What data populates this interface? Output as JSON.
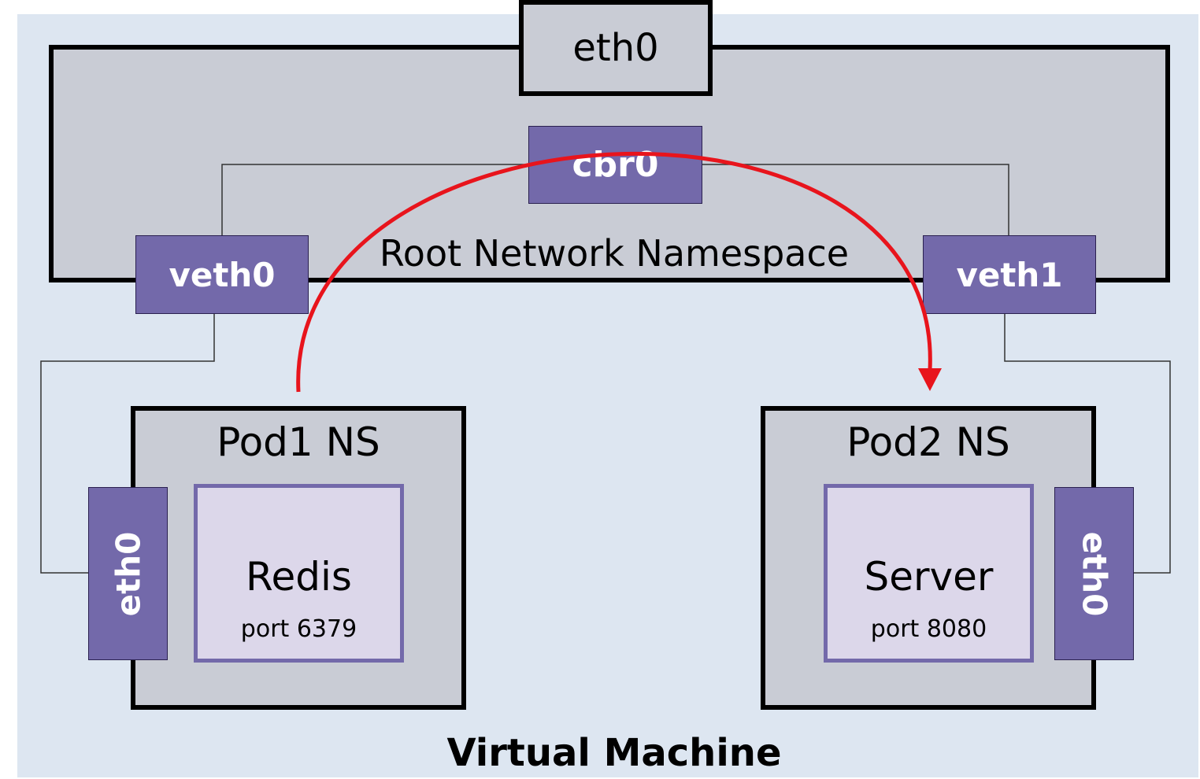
{
  "diagram": {
    "vm_label": "Virtual Machine",
    "root_namespace_label": "Root Network Namespace",
    "host_interface": "eth0",
    "bridge": "cbr0",
    "veth_left": "veth0",
    "veth_right": "veth1",
    "pod1": {
      "title": "Pod1 NS",
      "interface": "eth0",
      "app": "Redis",
      "port": "port 6379"
    },
    "pod2": {
      "title": "Pod2 NS",
      "interface": "eth0",
      "app": "Server",
      "port": "port 8080"
    },
    "colors": {
      "vm_background": "#dde6f1",
      "namespace_fill": "#c9ccd5",
      "interface_fill": "#7369aa",
      "app_fill": "#dcd7ea",
      "flow_arrow": "#e8141c"
    }
  }
}
